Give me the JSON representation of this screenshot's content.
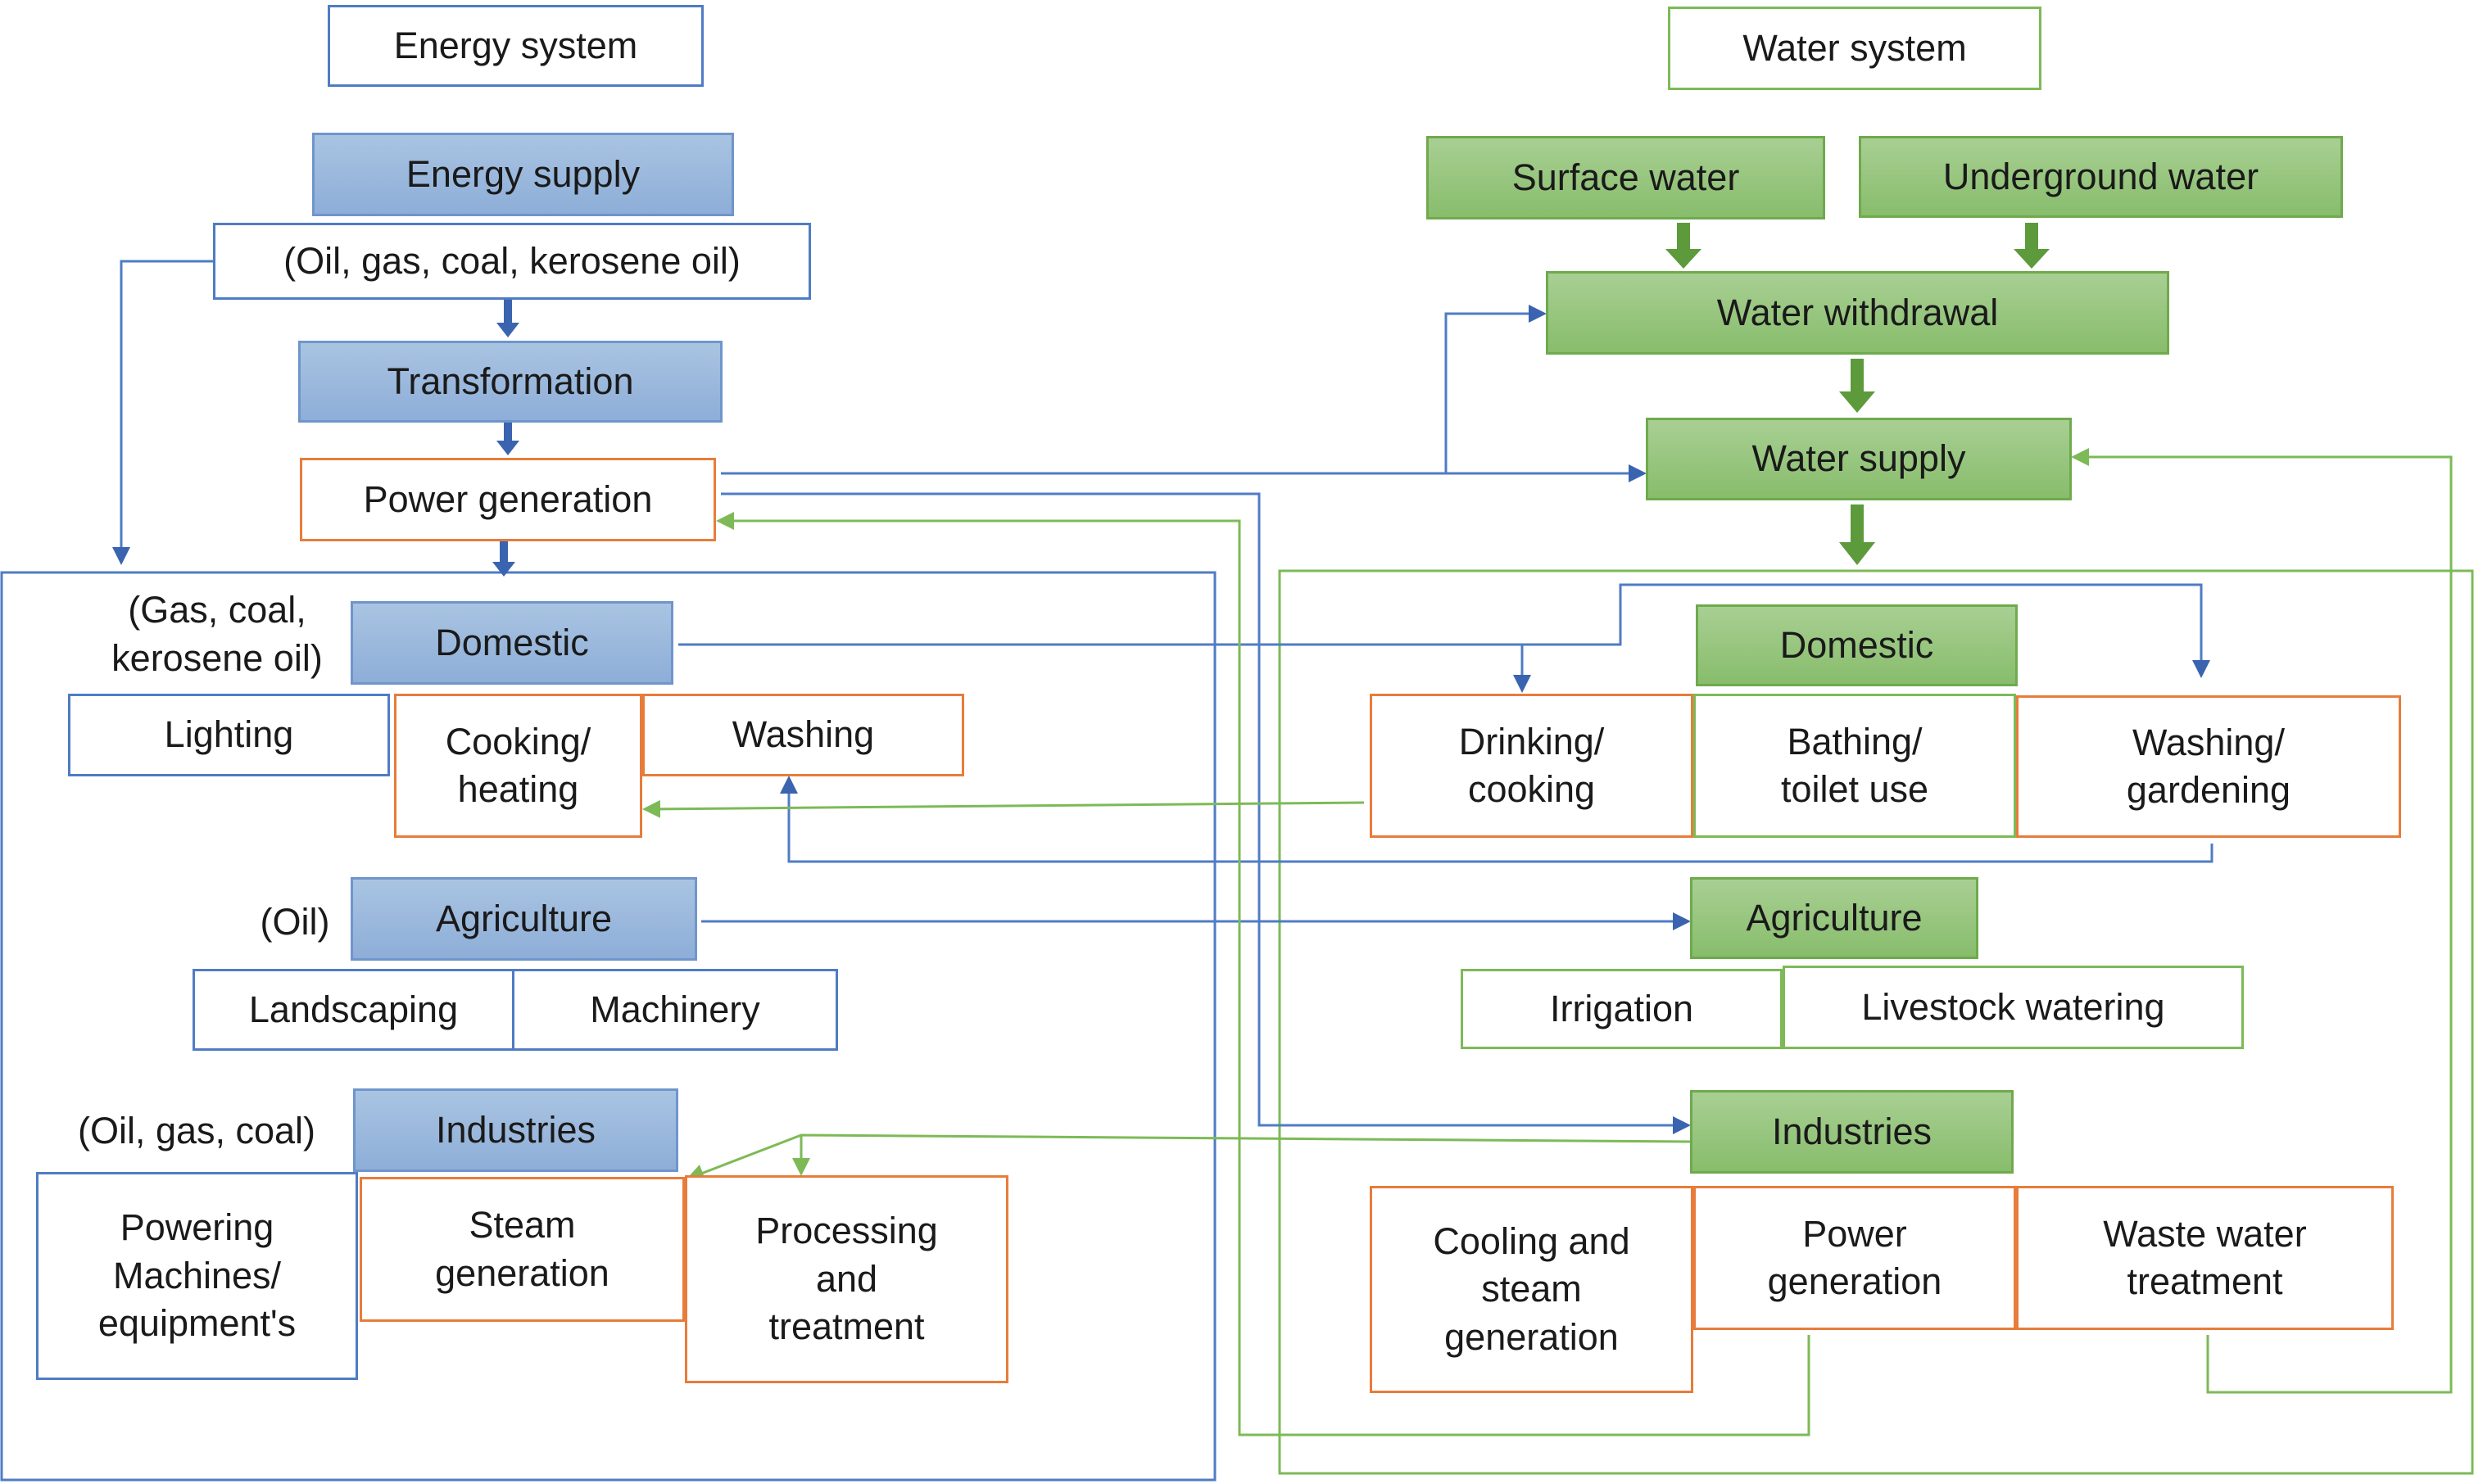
{
  "energy": {
    "title": "Energy system",
    "supply": "Energy supply",
    "sources": "(Oil, gas, coal, kerosene oil)",
    "transformation": "Transformation",
    "power_generation": "Power generation",
    "domestic": {
      "label": "Domestic",
      "fuels_line1": "(Gas, coal,",
      "fuels_line2": "kerosene oil)",
      "uses": [
        "Lighting",
        "Cooking/ heating",
        "Washing"
      ]
    },
    "agriculture": {
      "label": "Agriculture",
      "fuels": "(Oil)",
      "uses": [
        "Landscaping",
        "Machinery"
      ]
    },
    "industries": {
      "label": "Industries",
      "fuels": "(Oil, gas, coal)",
      "uses": [
        "Powering Machines/ equipment's",
        "Steam generation",
        "Processing and treatment"
      ]
    }
  },
  "water": {
    "title": "Water system",
    "sources": [
      "Surface water",
      "Underground water"
    ],
    "withdrawal": "Water withdrawal",
    "supply": "Water supply",
    "domestic": {
      "label": "Domestic",
      "uses": [
        "Drinking/ cooking",
        "Bathing/ toilet use",
        "Washing/ gardening"
      ]
    },
    "agriculture": {
      "label": "Agriculture",
      "uses": [
        "Irrigation",
        "Livestock watering"
      ]
    },
    "industries": {
      "label": "Industries",
      "uses": [
        "Cooling and steam generation",
        "Power generation",
        "Waste water treatment"
      ]
    }
  },
  "colors": {
    "energy_blue": "#4f7cc4",
    "water_green": "#7dba57",
    "nexus_orange": "#e87c3a",
    "dark_green_arrow": "#5d9a3c",
    "dark_blue_arrow": "#3a64b0"
  }
}
